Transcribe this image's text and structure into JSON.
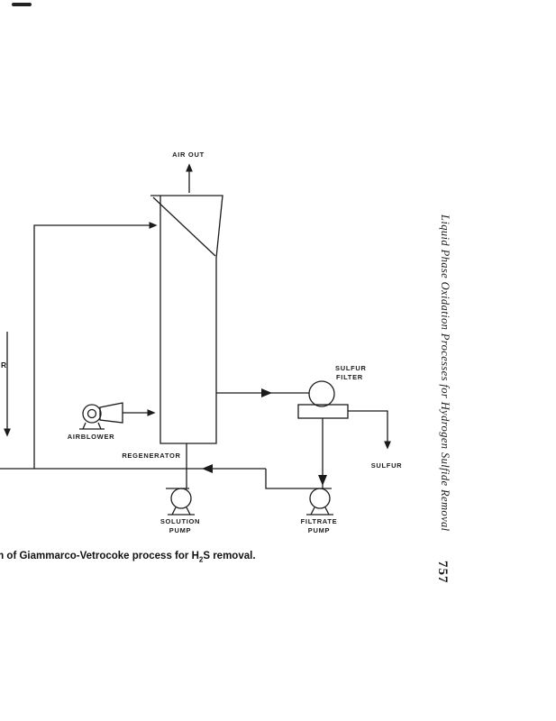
{
  "page": {
    "colors": {
      "paper": "#ffffff",
      "ink": "#1b1b1b"
    },
    "caption": {
      "part1": "m of Giammarco-Vetrocoke process for H",
      "sub": "2",
      "part2": "S removal."
    },
    "margin": {
      "running_title": "Liquid Phase Oxidation Processes for Hydrogen Sulfide Removal",
      "page_number": "757"
    }
  },
  "diagram": {
    "labels": {
      "air_out": "AIR OUT",
      "absorber_fragment": "R",
      "airblower": "AIRBLOWER",
      "regenerator": "REGENERATOR",
      "sulfur_filter_line1": "SULFUR",
      "sulfur_filter_line2": "FILTER",
      "sulfur_out": "SULFUR",
      "solution_pump_line1": "SOLUTION",
      "solution_pump_line2": "PUMP",
      "filtrate_pump_line1": "FILTRATE",
      "filtrate_pump_line2": "PUMP"
    }
  }
}
